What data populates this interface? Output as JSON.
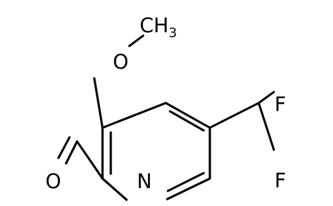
{
  "molecule": {
    "atoms": {
      "oxygen_methoxy": "O",
      "methyl": "CH",
      "methyl_subscript": "3",
      "fluorine_top": "F",
      "fluorine_bottom": "F",
      "nitrogen_ring": "N",
      "oxygen_aldehyde": "O"
    },
    "colors": {
      "bond": "#000000",
      "text": "#000000",
      "background": "#ffffff"
    }
  }
}
